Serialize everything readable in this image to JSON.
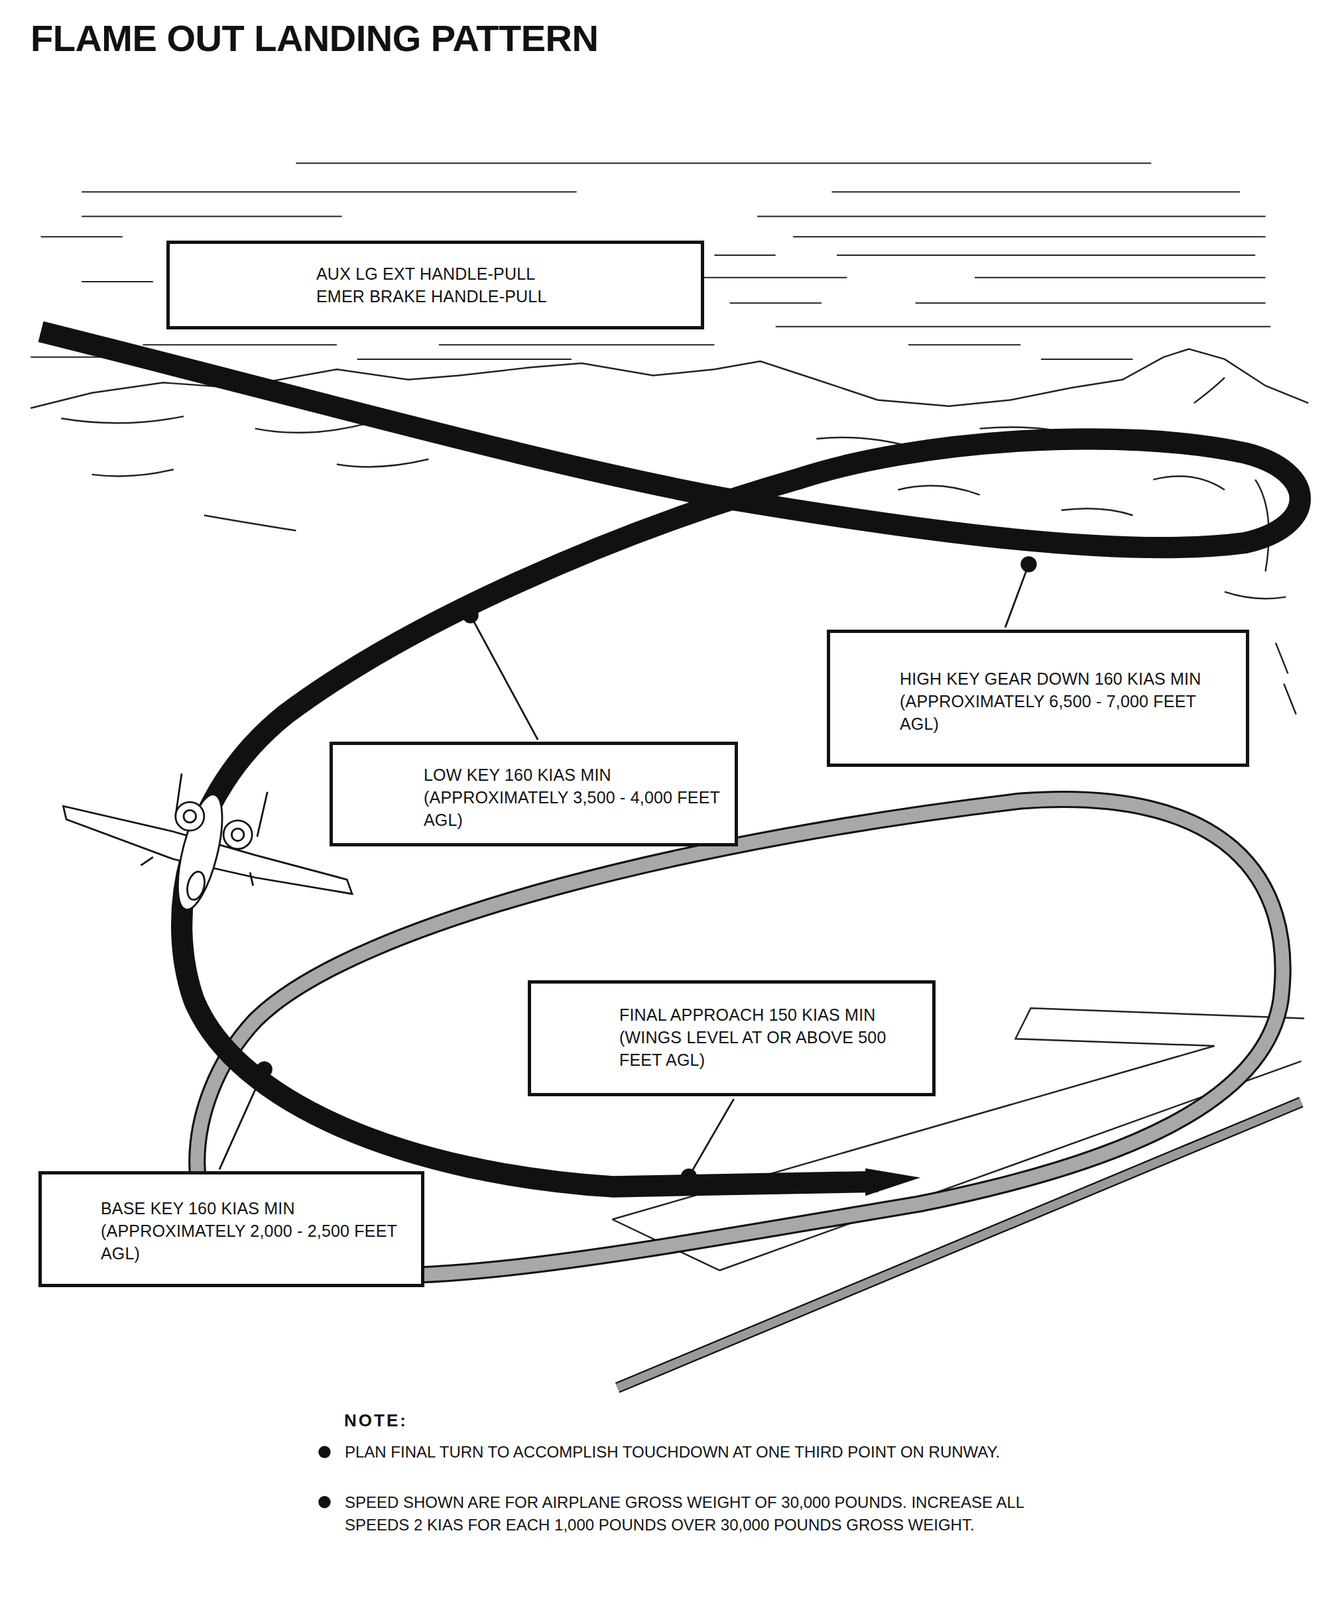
{
  "diagram": {
    "title": "FLAME OUT LANDING PATTERN",
    "nodes": [
      {
        "text": [
          "AUX LG EXT HANDLE-PULL",
          "EMER BRAKE HANDLE-PULL"
        ]
      },
      {
        "text": [
          "HIGH KEY GEAR DOWN 160 KIAS MIN (APPROXIMATELY 6,500 - 7,000 FEET AGL)"
        ]
      },
      {
        "text": [
          "LOW KEY 160 KIAS MIN (APPROXIMATELY 3,500 - 4,000 FEET AGL)"
        ]
      },
      {
        "text": [
          "FINAL APPROACH 150 KIAS MIN (WINGS LEVEL AT OR ABOVE 500 FEET AGL)"
        ]
      },
      {
        "text": [
          "BASE KEY 160 KIAS MIN (APPROXIMATELY 2,000 - 2,500 FEET AGL)"
        ]
      }
    ],
    "labels": [
      "NOTE:",
      "PLAN FINAL TURN TO ACCOMPLISH TOUCHDOWN AT ONE THIRD POINT ON RUNWAY.",
      "SPEED SHOWN ARE FOR AIRPLANE GROSS WEIGHT OF 30,000 POUNDS. INCREASE ALL SPEEDS 2 KIAS FOR EACH 1,000 POUNDS OVER 30,000 POUNDS GROSS WEIGHT."
    ]
  }
}
